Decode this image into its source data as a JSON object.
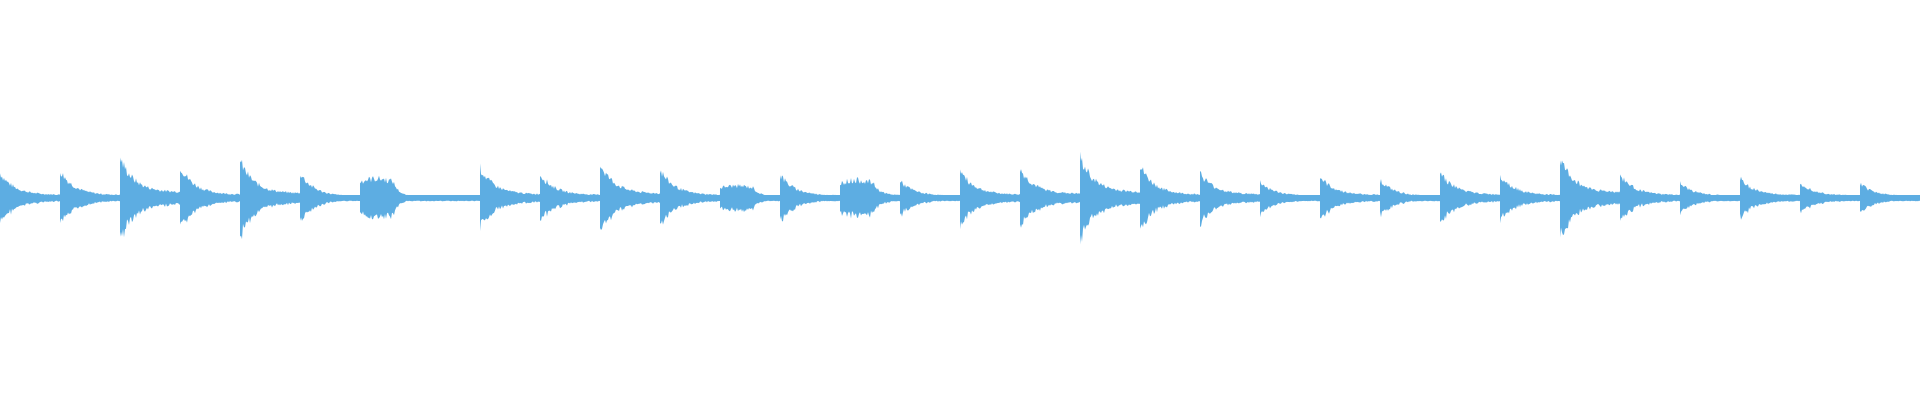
{
  "waveform": {
    "color": "#5dade2",
    "background": "#ffffff",
    "pulses": [
      {
        "shape": "decay",
        "amp": 0.62,
        "tail": 0.12
      },
      {
        "shape": "decay",
        "amp": 0.68,
        "tail": 0.1
      },
      {
        "shape": "decay",
        "amp": 1.0,
        "tail": 0.14
      },
      {
        "shape": "decay",
        "amp": 0.8,
        "tail": 0.1
      },
      {
        "shape": "decay",
        "amp": 0.92,
        "tail": 0.12
      },
      {
        "shape": "decay",
        "amp": 0.62,
        "tail": 0.06
      },
      {
        "shape": "swell",
        "amp": 0.48,
        "tail": 0.04
      },
      {
        "shape": "flat",
        "amp": 0.06,
        "tail": 0.06
      },
      {
        "shape": "decay",
        "amp": 0.74,
        "tail": 0.12
      },
      {
        "shape": "decay",
        "amp": 0.6,
        "tail": 0.12
      },
      {
        "shape": "decay",
        "amp": 0.86,
        "tail": 0.12
      },
      {
        "shape": "decay",
        "amp": 0.7,
        "tail": 0.1
      },
      {
        "shape": "swell",
        "amp": 0.3,
        "tail": 0.12
      },
      {
        "shape": "decay",
        "amp": 0.58,
        "tail": 0.1
      },
      {
        "shape": "swell",
        "amp": 0.44,
        "tail": 0.16
      },
      {
        "shape": "decay",
        "amp": 0.42,
        "tail": 0.12
      },
      {
        "shape": "decay",
        "amp": 0.68,
        "tail": 0.12
      },
      {
        "shape": "decay",
        "amp": 0.72,
        "tail": 0.14
      },
      {
        "shape": "decay",
        "amp": 1.0,
        "tail": 0.14
      },
      {
        "shape": "decay",
        "amp": 0.8,
        "tail": 0.1
      },
      {
        "shape": "decay",
        "amp": 0.62,
        "tail": 0.14
      },
      {
        "shape": "decay",
        "amp": 0.4,
        "tail": 0.12
      },
      {
        "shape": "decay",
        "amp": 0.52,
        "tail": 0.14
      },
      {
        "shape": "decay",
        "amp": 0.44,
        "tail": 0.1
      },
      {
        "shape": "decay",
        "amp": 0.66,
        "tail": 0.12
      },
      {
        "shape": "decay",
        "amp": 0.58,
        "tail": 0.12
      },
      {
        "shape": "decay",
        "amp": 0.98,
        "tail": 0.14
      },
      {
        "shape": "decay",
        "amp": 0.58,
        "tail": 0.12
      },
      {
        "shape": "decay",
        "amp": 0.36,
        "tail": 0.14
      },
      {
        "shape": "decay",
        "amp": 0.48,
        "tail": 0.14
      },
      {
        "shape": "decay",
        "amp": 0.4,
        "tail": 0.14
      },
      {
        "shape": "decay",
        "amp": 0.36,
        "tail": 0.12
      }
    ]
  }
}
